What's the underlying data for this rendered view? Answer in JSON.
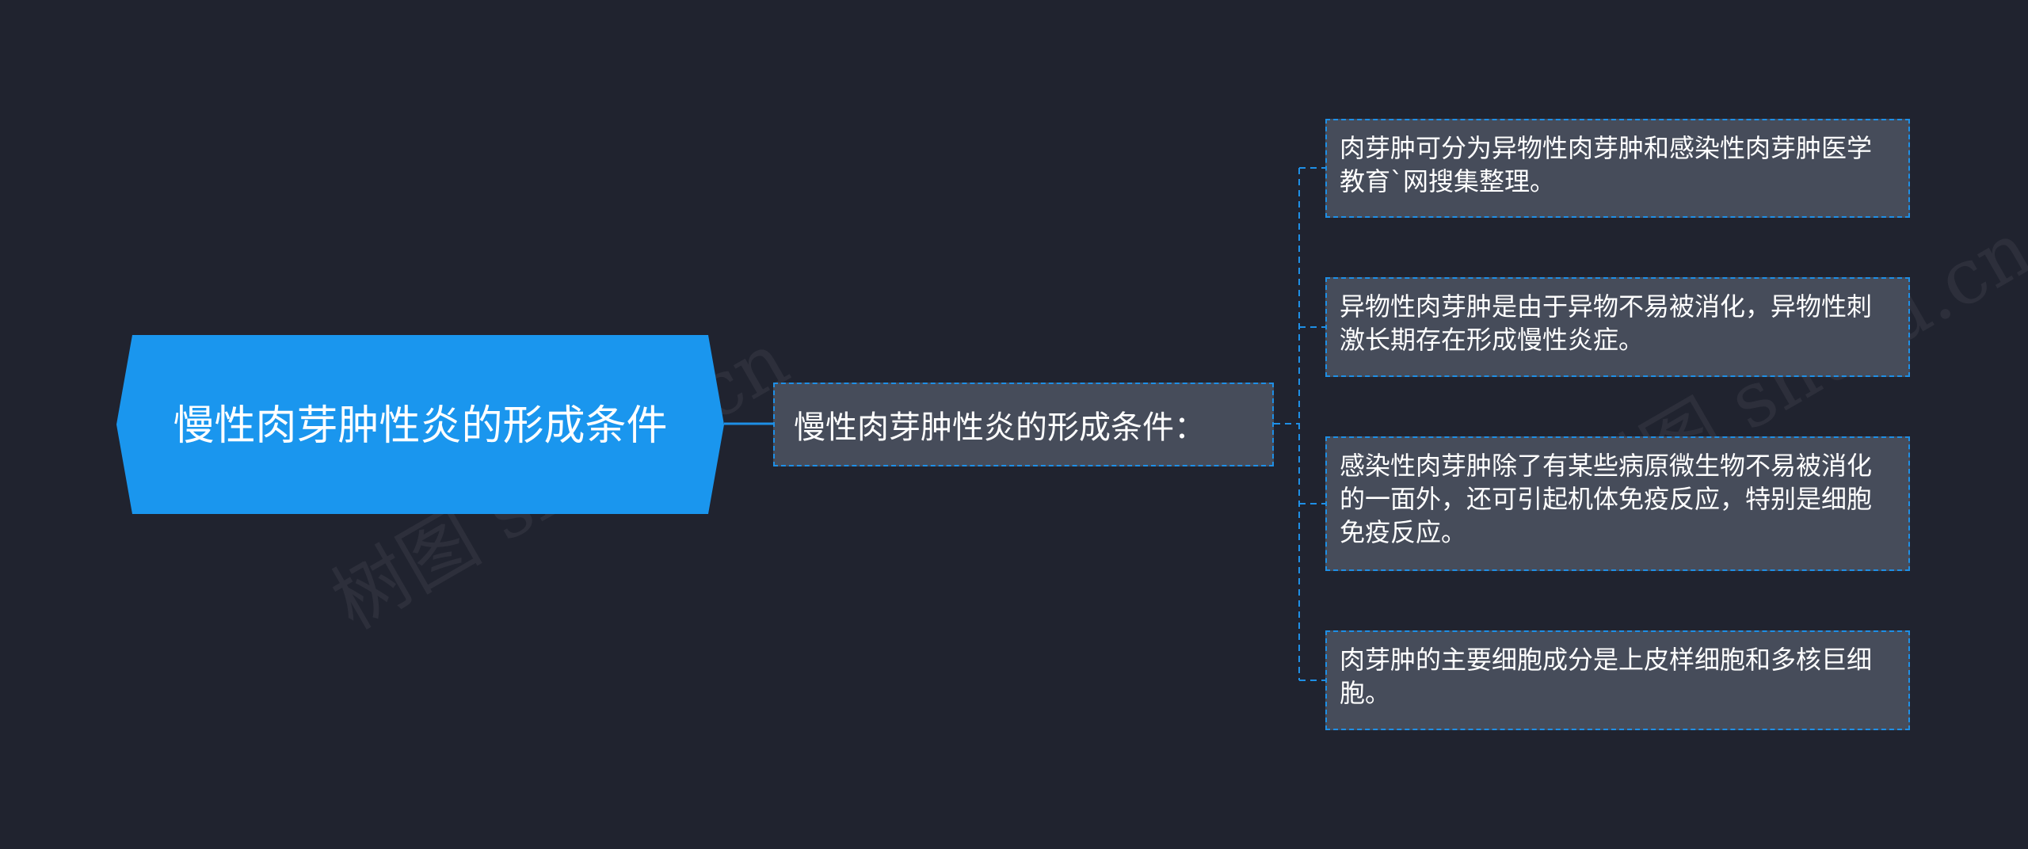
{
  "root": {
    "text": "慢性肉芽肿性炎的形成条件"
  },
  "branch": {
    "text": "慢性肉芽肿性炎的形成条件："
  },
  "leaves": [
    {
      "text": "肉芽肿可分为异物性肉芽肿和感染性肉芽肿医学教育`网搜集整理。"
    },
    {
      "text": "异物性肉芽肿是由于异物不易被消化，异物性刺激长期存在形成慢性炎症。"
    },
    {
      "text": "感染性肉芽肿除了有某些病原微生物不易被消化的一面外，还可引起机体免疫反应，特别是细胞免疫反应。"
    },
    {
      "text": "肉芽肿的主要细胞成分是上皮样细胞和多核巨细胞。"
    }
  ],
  "watermarks": [
    "树图 shutu.cn",
    "树图 shutu.cn"
  ],
  "colors": {
    "background": "#20232f",
    "root_fill": "#1a96ee",
    "node_fill": "#464c5a",
    "connector": "#1e8fe6"
  }
}
